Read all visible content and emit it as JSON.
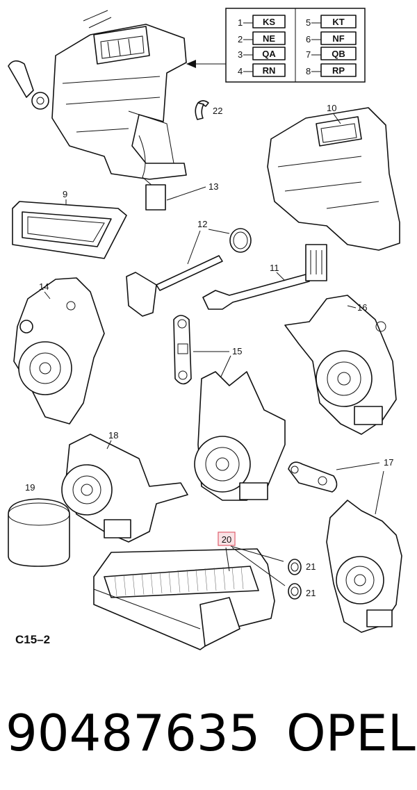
{
  "legend": {
    "left": [
      {
        "num": "1",
        "code": "KS"
      },
      {
        "num": "2",
        "code": "NE"
      },
      {
        "num": "3",
        "code": "QA"
      },
      {
        "num": "4",
        "code": "RN"
      }
    ],
    "right": [
      {
        "num": "5",
        "code": "KT"
      },
      {
        "num": "6",
        "code": "NF"
      },
      {
        "num": "7",
        "code": "QB"
      },
      {
        "num": "8",
        "code": "RP"
      }
    ]
  },
  "callouts": {
    "c9": "9",
    "c10": "10",
    "c11": "11",
    "c12": "12",
    "c13": "13",
    "c14": "14",
    "c15": "15",
    "c16": "16",
    "c17": "17",
    "c18": "18",
    "c19": "19",
    "c20": "20",
    "c21a": "21",
    "c21b": "21",
    "c22": "22"
  },
  "highlight_color": "#e06070",
  "diagram_code": "C15–2",
  "footer": {
    "part_number": "90487635",
    "brand": "OPEL"
  }
}
